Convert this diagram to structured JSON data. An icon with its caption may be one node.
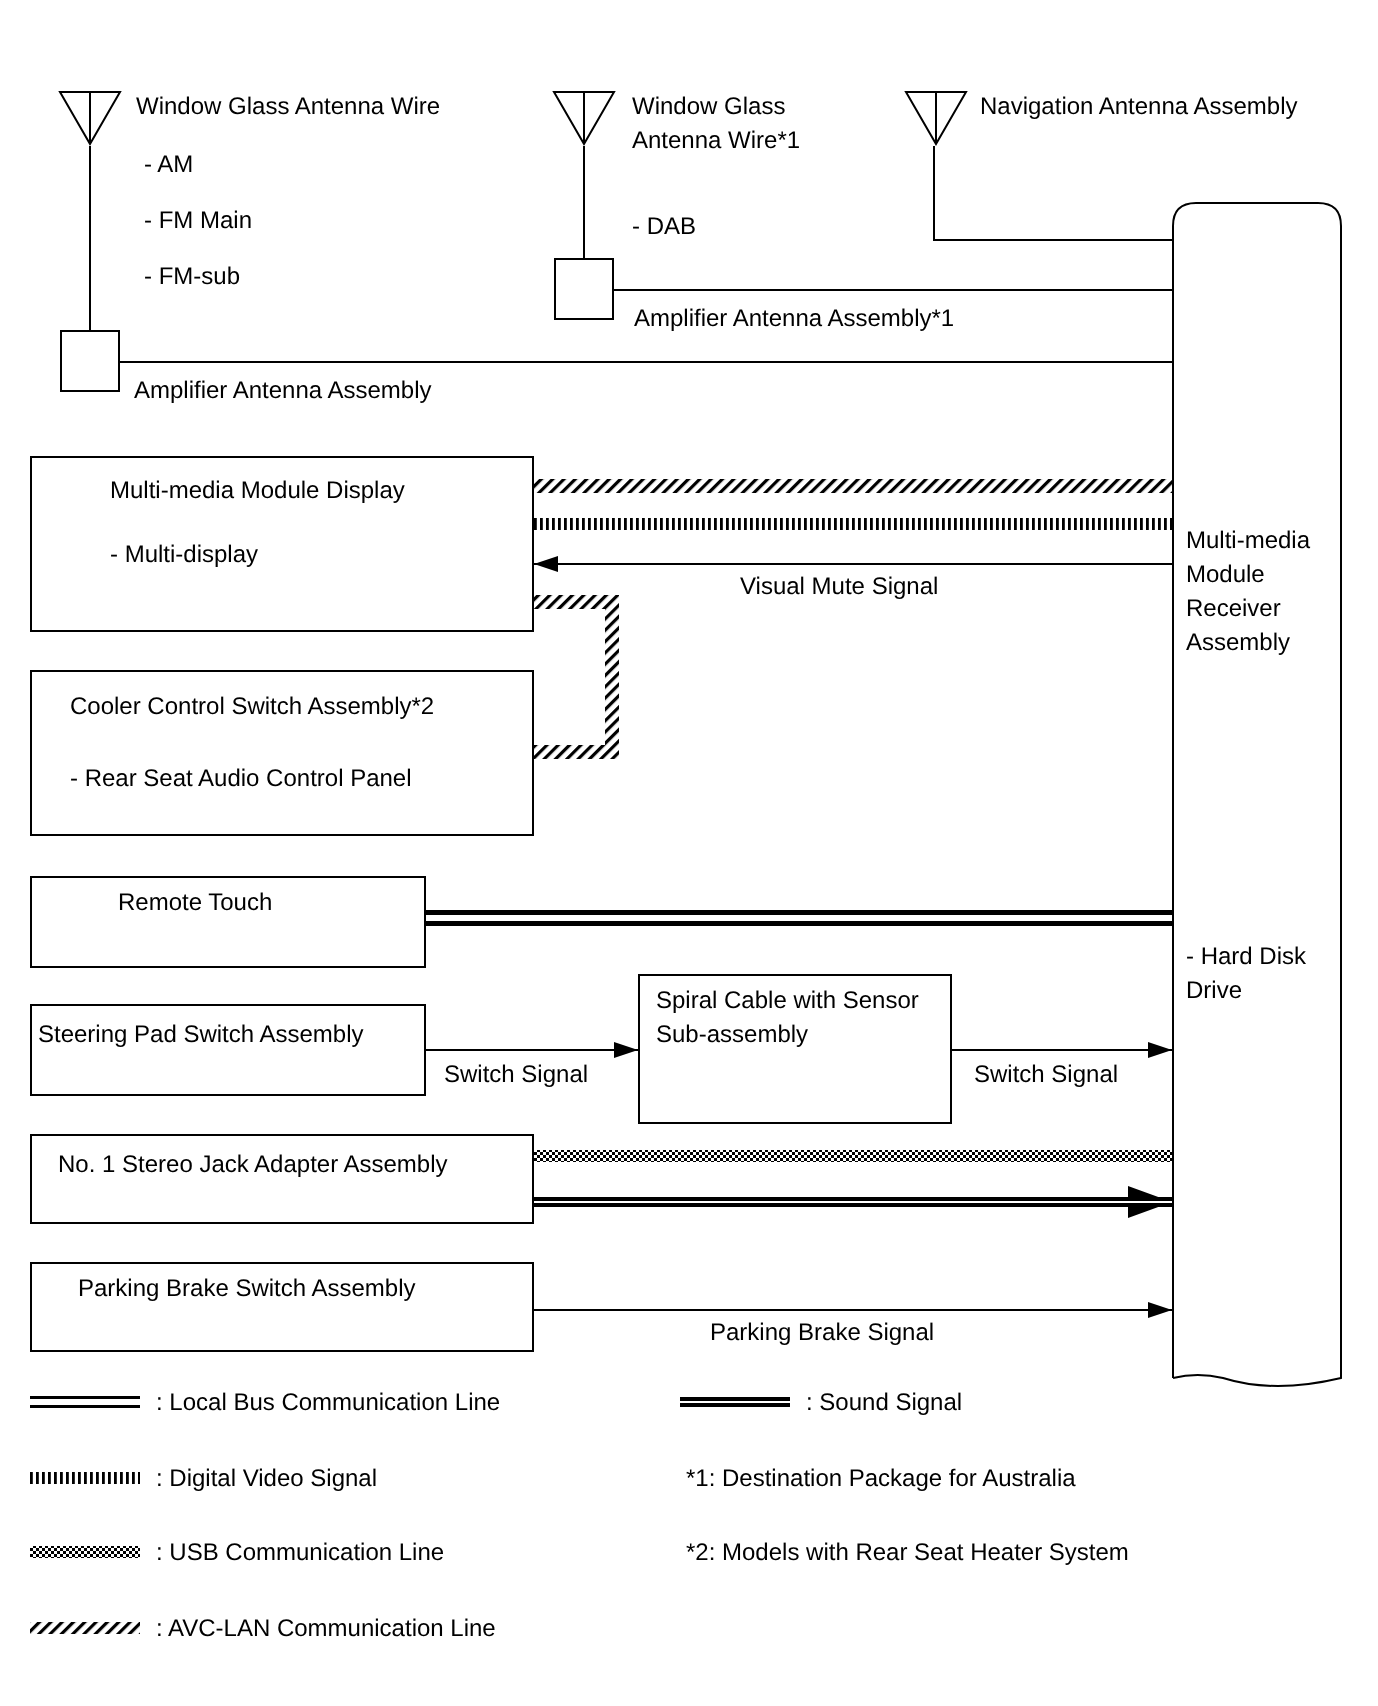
{
  "diagram": {
    "nodes": [
      {
        "text": [],
        "shape": "antenna",
        "beside": [
          "Window Glass Antenna Wire",
          "- AM",
          "- FM Main",
          "- FM-sub"
        ]
      },
      {
        "text": [],
        "shape": "box",
        "beside": [
          "Amplifier Antenna Assembly"
        ]
      },
      {
        "text": [],
        "shape": "antenna",
        "beside": [
          "Window Glass Antenna Wire*1"
        ]
      },
      {
        "text": [],
        "shape": "box",
        "beside": [
          "Amplifier Antenna Assembly*1"
        ]
      },
      {
        "text": [],
        "shape": "antenna",
        "beside": [
          "Navigation Antenna Assembly"
        ]
      },
      {
        "text": [
          "Multi-media Module Receiver Assembly",
          "- Hard Disk Drive"
        ]
      },
      {
        "text": [
          "Multi-media Module Display",
          "- Multi-display"
        ]
      },
      {
        "text": [
          "Cooler Control Switch Assembly*2",
          "- Rear Seat Audio Control Panel"
        ]
      },
      {
        "text": [
          "Remote Touch"
        ]
      },
      {
        "text": [
          "Steering Pad Switch Assembly"
        ]
      },
      {
        "text": [
          "Spiral Cable with Sensor Sub-assembly"
        ]
      },
      {
        "text": [
          "No. 1 Stereo Jack Adapter Assembly"
        ]
      },
      {
        "text": [
          "Parking Brake Switch Assembly"
        ]
      }
    ],
    "edges": [
      {
        "from": 0,
        "to": 1,
        "arrow": "none"
      },
      {
        "from": 1,
        "to": 5,
        "arrow": "none"
      },
      {
        "from": 2,
        "to": 3,
        "arrow": "none"
      },
      {
        "from": 3,
        "to": 5,
        "arrow": "none"
      },
      {
        "from": 4,
        "to": 5,
        "arrow": "none"
      },
      {
        "from": 6,
        "to": 5,
        "arrow": "none",
        "style": "thick"
      },
      {
        "from": 6,
        "to": 5,
        "arrow": "none",
        "style": "thick"
      },
      {
        "from": 5,
        "to": 6,
        "arrow": "to",
        "label": "Visual Mute Signal"
      },
      {
        "from": 6,
        "to": 7,
        "arrow": "none",
        "style": "thick"
      },
      {
        "from": 8,
        "to": 5,
        "arrow": "none",
        "style": "thick"
      },
      {
        "from": 9,
        "to": 10,
        "arrow": "to",
        "label": "Switch Signal"
      },
      {
        "from": 10,
        "to": 5,
        "arrow": "to",
        "label": "Switch Signal"
      },
      {
        "from": 11,
        "to": 5,
        "arrow": "none",
        "style": "thick"
      },
      {
        "from": 11,
        "to": 5,
        "arrow": "to",
        "style": "thick"
      },
      {
        "from": 12,
        "to": 5,
        "arrow": "to",
        "label": "Parking Brake Signal"
      }
    ],
    "labels": [
      "- DAB",
      "*1: Destination Package for Australia",
      "*2: Models with Rear Seat Heater System"
    ],
    "legend": [
      {
        "text": ": Local Bus Communication Line"
      },
      {
        "text": ": Sound Signal"
      },
      {
        "text": ": Digital Video Signal"
      },
      {
        "text": ": USB Communication Line"
      },
      {
        "text": ": AVC-LAN Communication Line"
      }
    ]
  }
}
